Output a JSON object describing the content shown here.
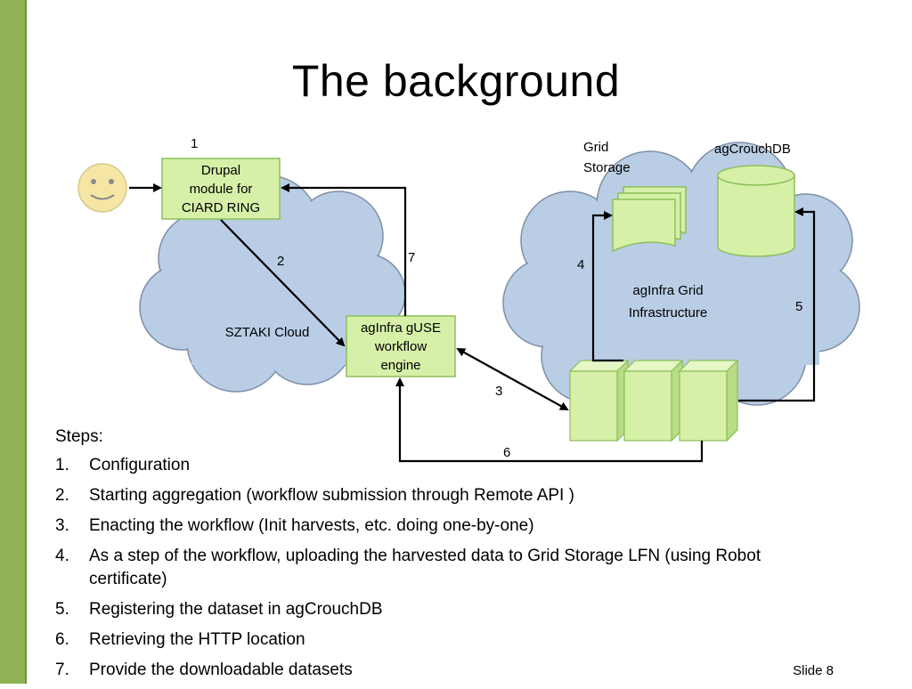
{
  "slide": {
    "title": "The background",
    "slide_number": "Slide 8"
  },
  "diagram": {
    "nodes": {
      "user": "user-face",
      "drupal": [
        "Drupal",
        "module for",
        "CIARD RING"
      ],
      "guse": [
        "agInfra gUSE",
        "workflow",
        "engine"
      ],
      "grid_storage": [
        "Grid",
        "Storage"
      ],
      "agcrouchdb": "agCrouchDB",
      "sztaki_cloud": "SZTAKI Cloud",
      "grid_infra": [
        "agInfra Grid",
        "Infrastructure"
      ]
    },
    "edge_labels": [
      "1",
      "2",
      "3",
      "4",
      "5",
      "6",
      "7"
    ],
    "colors": {
      "cloud_fill": "#b9cde5",
      "cloud_stroke": "#7f8fa6",
      "node_fill": "#d7f0a8",
      "node_stroke": "#8cbf5a",
      "face_fill": "#f5e6a6"
    }
  },
  "steps": {
    "heading": "Steps:",
    "items": [
      {
        "num": "1.",
        "text": "Configuration"
      },
      {
        "num": "2.",
        "text": "Starting aggregation (workflow submission through Remote API )"
      },
      {
        "num": "3.",
        "text": "Enacting the workflow (Init harvests, etc. doing one-by-one)"
      },
      {
        "num": "4.",
        "text": "As a step of the workflow, uploading the harvested data to Grid Storage LFN (using Robot certificate)"
      },
      {
        "num": "5.",
        "text": "Registering the dataset in agCrouchDB"
      },
      {
        "num": "6.",
        "text": "Retrieving the HTTP location"
      },
      {
        "num": "7.",
        "text": "Provide the downloadable datasets"
      }
    ]
  }
}
